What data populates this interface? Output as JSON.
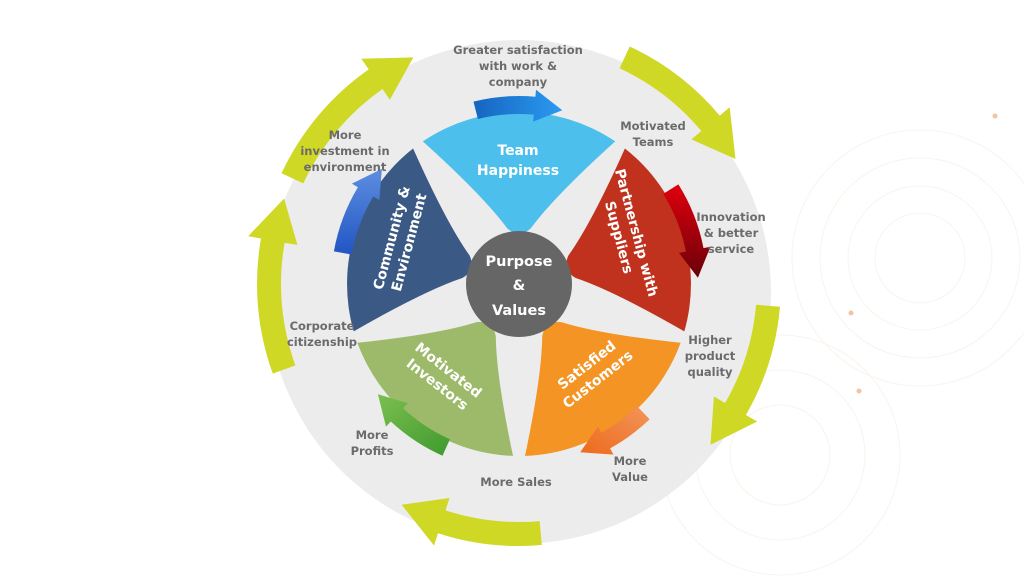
{
  "diagram": {
    "center": {
      "lines": [
        "Purpose",
        "&",
        "Values"
      ],
      "color": "#666666"
    },
    "segments": [
      {
        "id": "team-happiness",
        "lines": [
          "Team",
          "Happiness"
        ],
        "color": "#4cbfec",
        "arrow_color": "#1f7fd6"
      },
      {
        "id": "partnership-suppliers",
        "lines": [
          "Partnership with",
          "Suppliers"
        ],
        "color": "#c0321d",
        "arrow_color": "#c8000a"
      },
      {
        "id": "satisfied-customers",
        "lines": [
          "Satisfied",
          "Customers"
        ],
        "color": "#f39425",
        "arrow_color": "#ee7433"
      },
      {
        "id": "motivated-investors",
        "lines": [
          "Motivated",
          "Investors"
        ],
        "color": "#9dba6a",
        "arrow_color": "#5fa83a"
      },
      {
        "id": "community-environment",
        "lines": [
          "Community &",
          "Environment"
        ],
        "color": "#3a5a85",
        "arrow_color": "#2d63c6"
      }
    ],
    "inner_labels": [
      {
        "id": "greater-satisfaction",
        "lines": [
          "Greater satisfaction",
          "with work &",
          "company"
        ]
      },
      {
        "id": "innovation",
        "lines": [
          "Innovation",
          "& better",
          "service"
        ]
      },
      {
        "id": "more-value",
        "lines": [
          "More",
          "Value"
        ]
      },
      {
        "id": "more-profits",
        "lines": [
          "More",
          "Profits"
        ]
      },
      {
        "id": "more-investment",
        "lines": [
          "More",
          "investment in",
          "environment"
        ]
      }
    ],
    "outer_labels": [
      {
        "id": "motivated-teams",
        "lines": [
          "Motivated",
          "Teams"
        ]
      },
      {
        "id": "higher-quality",
        "lines": [
          "Higher",
          "product",
          "quality"
        ]
      },
      {
        "id": "more-sales",
        "lines": [
          "More Sales"
        ]
      },
      {
        "id": "corporate-citizenship",
        "lines": [
          "Corporate",
          "citizenship"
        ]
      }
    ],
    "ring_color": "#ececec",
    "outer_arrow_color": "#cfd824",
    "label_color": "#6b6b6b",
    "decor_dot_color": "#f4c3a4"
  }
}
